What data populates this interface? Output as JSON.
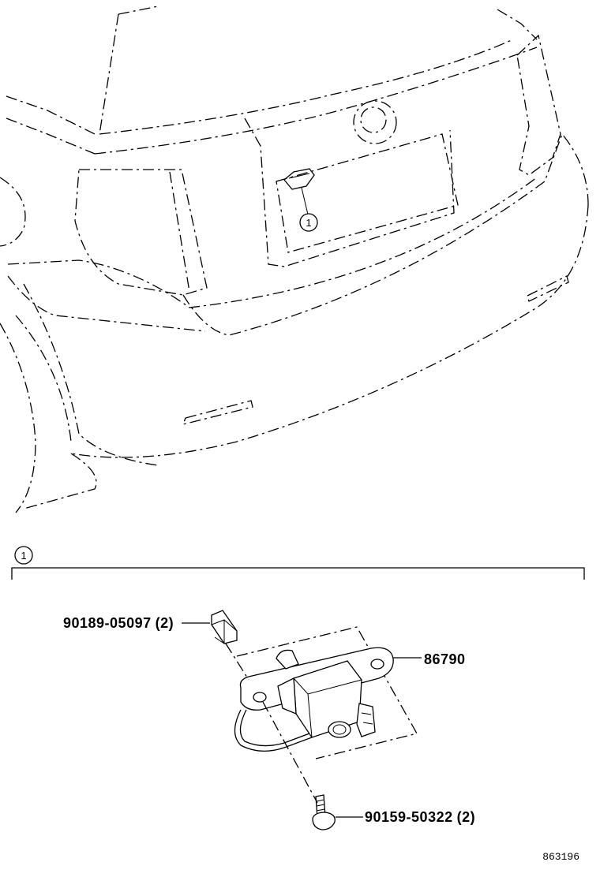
{
  "diagram": {
    "illustration_code": "863196",
    "section_callout": "1",
    "location_callout": "1",
    "parts": [
      {
        "part_number": "90189-05097",
        "qty": "(2)"
      },
      {
        "part_number": "86790",
        "qty": ""
      },
      {
        "part_number": "90159-50322",
        "qty": "(2)"
      }
    ]
  },
  "icons": {
    "vehicle": "vehicle-rear-outline-icon",
    "camera": "rear-camera-assembly-icon",
    "clip": "clip-nut-icon",
    "screw": "screw-icon"
  }
}
